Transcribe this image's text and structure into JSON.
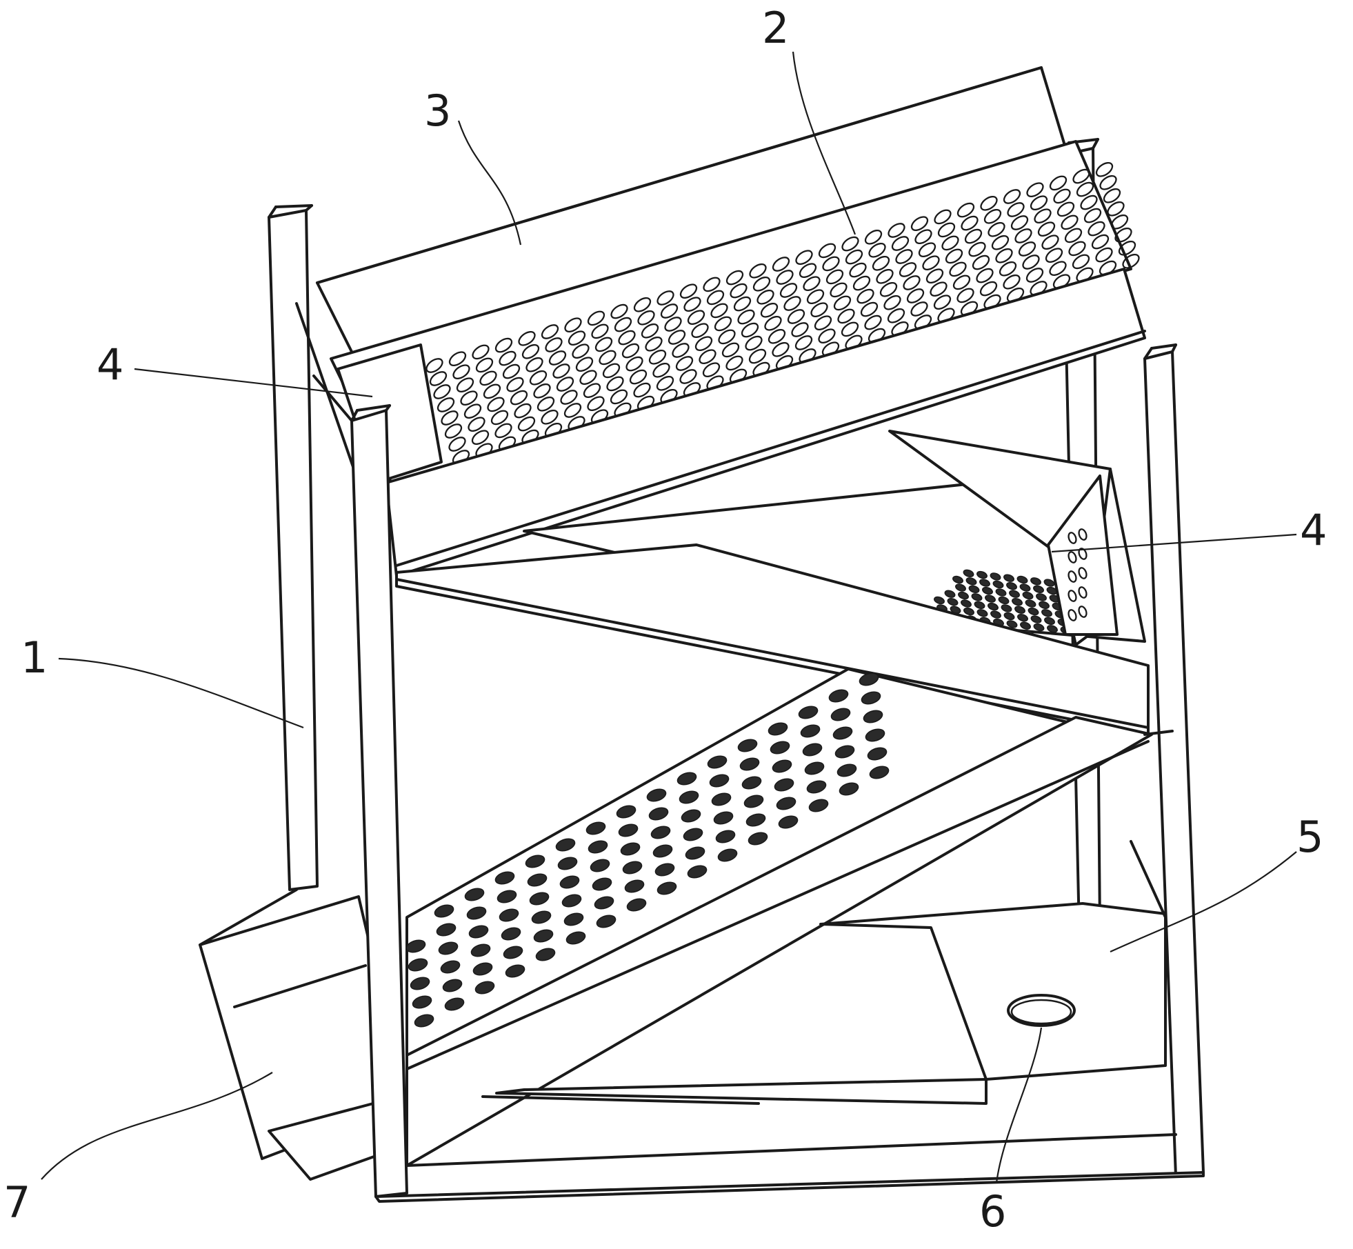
{
  "labels": [
    {
      "id": "frame",
      "text": "1"
    },
    {
      "id": "upper-screen",
      "text": "2"
    },
    {
      "id": "top-plate",
      "text": "3"
    },
    {
      "id": "baffle-left",
      "text": "4"
    },
    {
      "id": "baffle-right",
      "text": "4"
    },
    {
      "id": "base-plate",
      "text": "5"
    },
    {
      "id": "drain-hole",
      "text": "6"
    },
    {
      "id": "discharge-chute",
      "text": "7"
    }
  ]
}
